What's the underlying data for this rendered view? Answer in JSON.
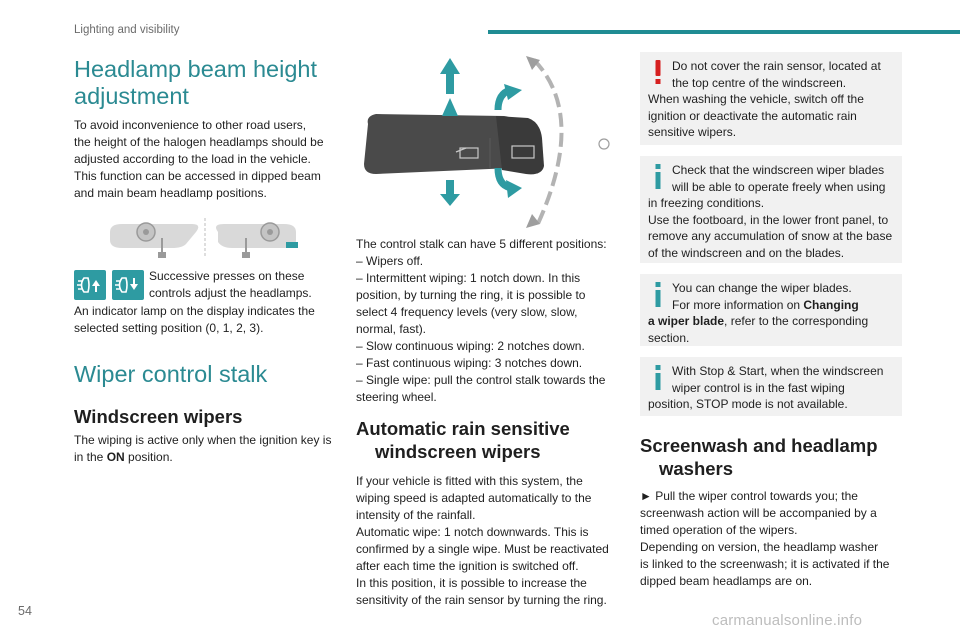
{
  "header": {
    "section_title": "Lighting and visibility",
    "accent_color": "#1f8c93"
  },
  "page_number": "54",
  "watermark": "carmanualsonline.info",
  "col1": {
    "h_headlamp": [
      "Headlamp beam height",
      "adjustment"
    ],
    "p_headlamp": [
      "To avoid inconvenience to other road users,",
      "the height of the halogen headlamps should be",
      "adjusted according to the load in the vehicle.",
      "This function can be accessed in dipped beam",
      "and main beam headlamp positions."
    ],
    "p_presses": [
      "Successive presses on these",
      "controls adjust the headlamps."
    ],
    "p_indicator": [
      "An indicator lamp on the display indicates the",
      "selected setting position (0, 1, 2, 3)."
    ],
    "h_wiper": "Wiper control stalk",
    "h_windscreen": "Windscreen wipers",
    "p_wiping_1": "The wiping is active only when the ignition key is",
    "p_wiping_2a": "in the ",
    "p_wiping_on": "ON",
    "p_wiping_2b": " position."
  },
  "col2": {
    "p_positions": [
      "The control stalk can have 5 different positions:",
      "– Wipers off.",
      "– Intermittent wiping: 1 notch down. In this",
      "position, by turning the ring, it is possible to",
      "select 4 frequency levels (very slow, slow,",
      "normal, fast).",
      "– Slow continuous wiping: 2 notches down.",
      "– Fast continuous wiping: 3 notches down.",
      "– Single wipe: pull the control stalk towards the",
      "steering wheel."
    ],
    "h_auto": [
      "Automatic rain sensitive",
      "windscreen wipers"
    ],
    "p_auto": [
      "If your vehicle is fitted with this system, the",
      "wiping speed is adapted automatically to the",
      "intensity of the rainfall.",
      "Automatic wipe: 1 notch downwards. This is",
      "confirmed by a single wipe. Must be reactivated",
      "after each time the ignition is switched off.",
      "In this position, it is possible to increase the",
      "sensitivity of the rain sensor by turning the ring."
    ]
  },
  "col3": {
    "warn_1": [
      "Do not cover the rain sensor, located at",
      "the top centre of the windscreen."
    ],
    "warn_1_rest": [
      "When washing the vehicle, switch off the",
      "ignition or deactivate the automatic rain",
      "sensitive wipers."
    ],
    "info_1": [
      "Check that the windscreen wiper blades",
      "will be able to operate freely when using"
    ],
    "info_1_rest": [
      "in freezing conditions.",
      "Use the footboard, in the lower front panel, to",
      "remove any accumulation of snow at the base",
      "of the windscreen and on the blades."
    ],
    "info_2": [
      "You can change the wiper blades.",
      "For more information on "
    ],
    "info_2_bold_1": "Changing",
    "info_2_bold_2": "a wiper blade",
    "info_2_rest_1": ", refer to the corresponding",
    "info_2_rest_2": "section.",
    "info_3": [
      "With Stop & Start, when the windscreen",
      "wiper control is in the fast wiping"
    ],
    "info_3_rest": "position, STOP mode is not available.",
    "h_wash": [
      "Screenwash and headlamp",
      "washers"
    ],
    "p_wash": [
      "► Pull the wiper control towards you; the",
      "screenwash action will be accompanied by a",
      "timed operation of the wipers.",
      "Depending on version, the headlamp washer",
      "is linked to the screenwash; it is activated if the",
      "dipped beam headlamps are on."
    ]
  }
}
